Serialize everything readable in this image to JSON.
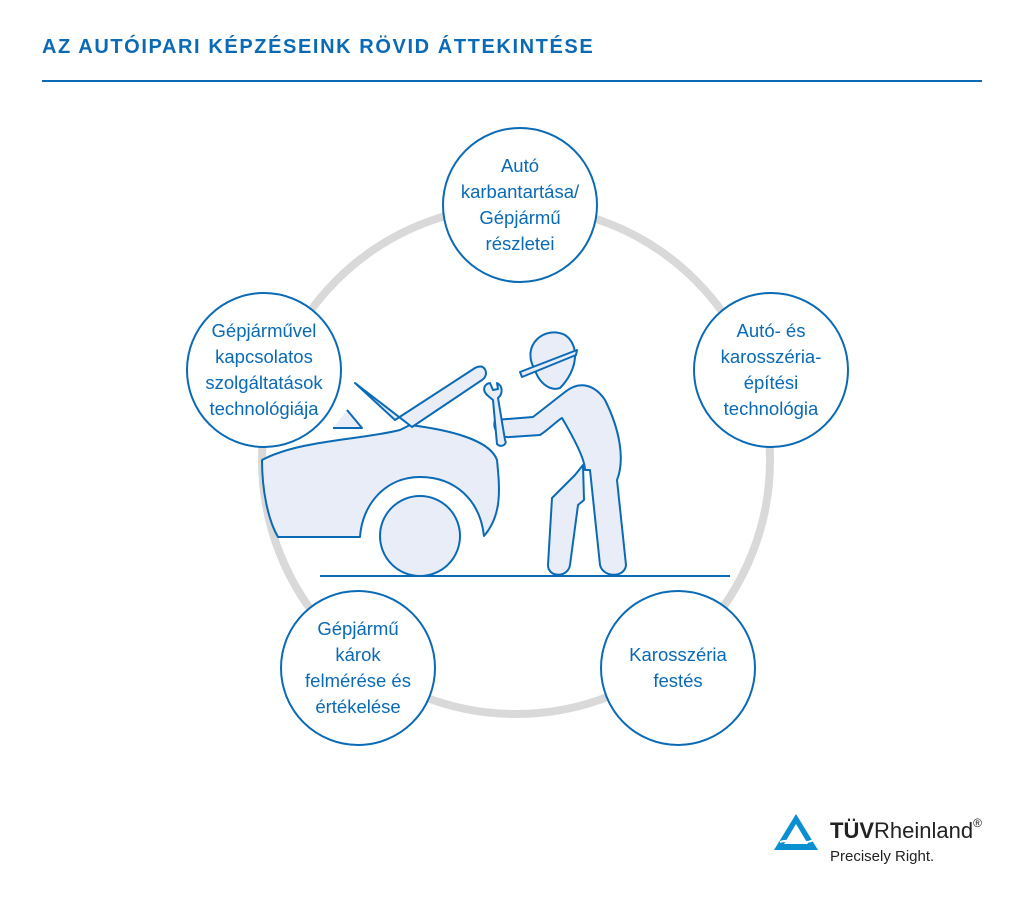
{
  "title": "AZ AUTÓIPARI KÉPZÉSEINK RÖVID ÁTTEKINTÉSE",
  "nodes": [
    {
      "label": "Autó\nkarbantartása/\nGépjármű\nrészletei"
    },
    {
      "label": "Autó- és\nkarosszéria-\népítési\ntechnológia"
    },
    {
      "label": "Karosszéria\nfestés"
    },
    {
      "label": "Gépjármű\nkárok\nfelmérése és\nértékelése"
    },
    {
      "label": "Gépjárművel\nkapcsolatos\nszolgáltatások\ntechnológiája"
    }
  ],
  "logo": {
    "brand_bold": "TÜV",
    "brand_rest": "Rheinland",
    "registered": "®",
    "tagline": "Precisely Right."
  },
  "colors": {
    "accent": "#0a6ab6",
    "ring": "#d9d9d9",
    "fill": "#e8edf8"
  }
}
